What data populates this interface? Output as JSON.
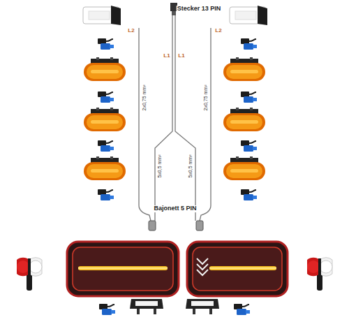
{
  "diagram": {
    "labels": [
      "Stecker 13 PIN",
      "L2",
      "L1",
      "L1",
      "L2",
      "2x0,75 mm²",
      "2x0,75 mm²",
      "5x0,5 mm²",
      "5x0,5 mm²",
      "Bajonett 5 PIN"
    ]
  }
}
